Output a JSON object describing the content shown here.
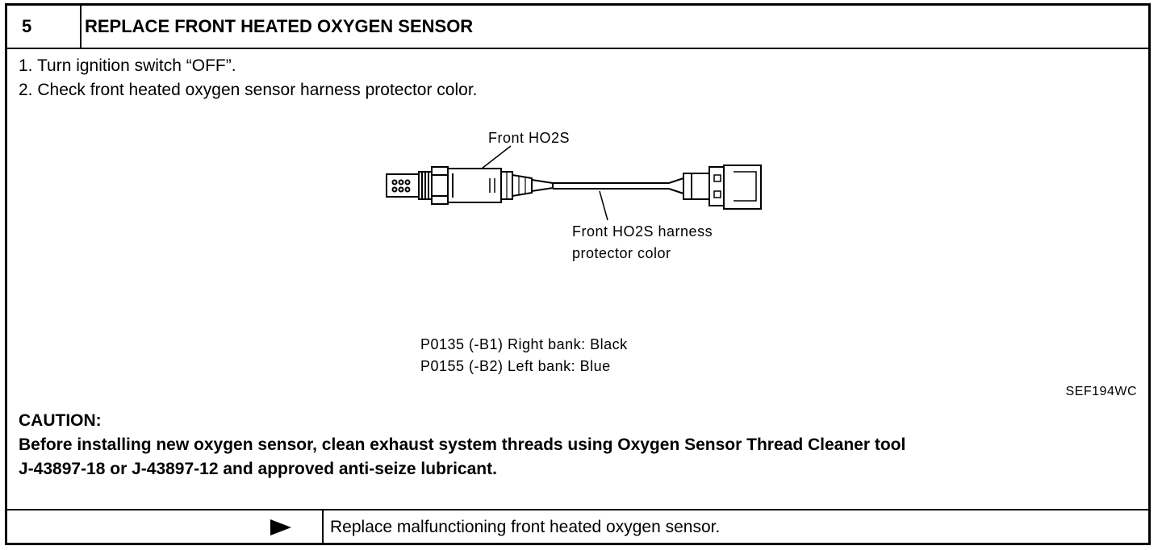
{
  "header": {
    "step_number": "5",
    "title": "REPLACE FRONT HEATED OXYGEN SENSOR"
  },
  "instructions": [
    "1. Turn ignition switch “OFF”.",
    "2. Check front heated oxygen sensor harness protector color."
  ],
  "figure": {
    "sensor_label": "Front HO2S",
    "harness_label_line1": "Front HO2S harness",
    "harness_label_line2": "protector color",
    "code_line1": "P0135 (-B1) Right bank: Black",
    "code_line2": "P0155 (-B2) Left bank: Blue",
    "reference": "SEF194WC"
  },
  "caution": {
    "heading": "CAUTION:",
    "line1": "Before installing new oxygen sensor, clean exhaust system threads using Oxygen Sensor Thread Cleaner tool",
    "line2": "J-43897-18 or J-43897-12 and approved anti-seize lubricant."
  },
  "result": {
    "arrow_icon": "play-arrow-icon",
    "text": "Replace malfunctioning front heated oxygen sensor."
  }
}
